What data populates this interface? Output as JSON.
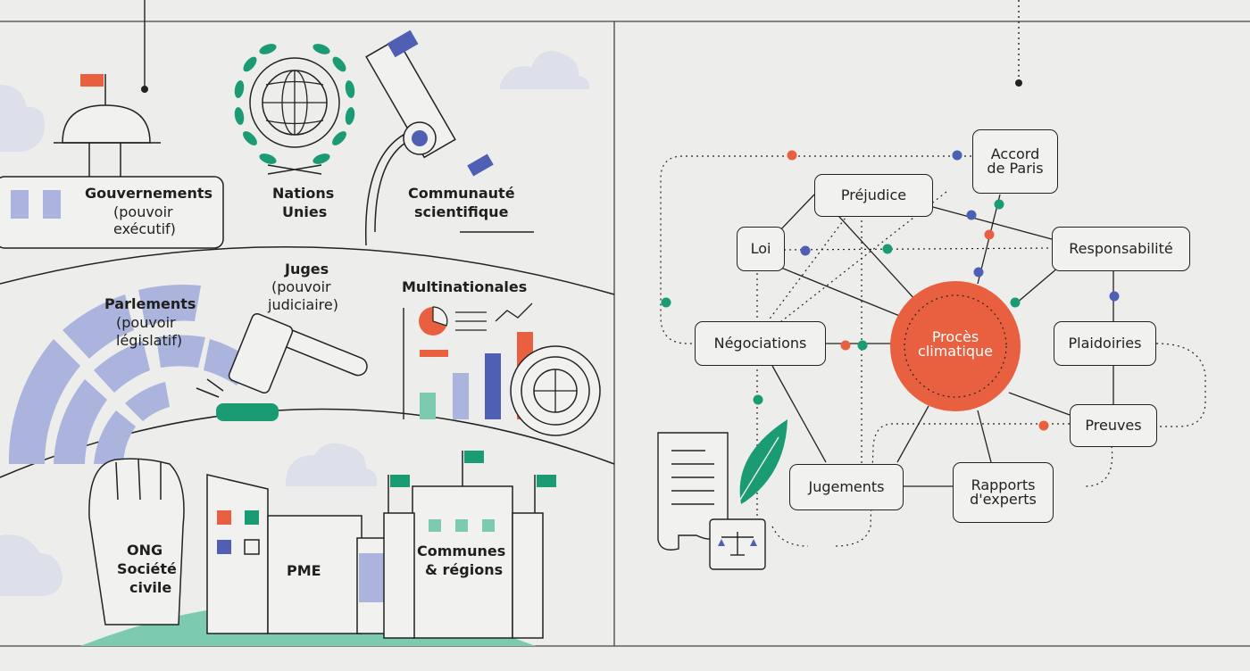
{
  "left_panel": {
    "gouvernements": {
      "title": "Gouvernements",
      "line1": "(pouvoir",
      "line2": "exécutif)"
    },
    "nations_unies": {
      "line1": "Nations",
      "line2": "Unies"
    },
    "communaute": {
      "line1": "Communauté",
      "line2": "scientifique"
    },
    "parlements": {
      "title": "Parlements",
      "line1": "(pouvoir",
      "line2": "législatif)"
    },
    "juges": {
      "title": "Juges",
      "line1": "(pouvoir",
      "line2": "judiciaire)"
    },
    "multinationales": {
      "title": "Multinationales"
    },
    "ong": {
      "line1": "ONG",
      "line2": "Société",
      "line3": "civile"
    },
    "pme": {
      "title": "PME"
    },
    "communes": {
      "line1": "Communes",
      "line2": "& régions"
    }
  },
  "right_panel": {
    "center": {
      "line1": "Procès",
      "line2": "climatique"
    },
    "nodes": {
      "accord": {
        "line1": "Accord",
        "line2": "de Paris"
      },
      "prejudice": "Préjudice",
      "loi": "Loi",
      "responsabilite": "Responsabilité",
      "negociations": "Négociations",
      "plaidoiries": "Plaidoiries",
      "preuves": "Preuves",
      "jugements": "Jugements",
      "rapports": {
        "line1": "Rapports",
        "line2": "d'experts"
      }
    }
  },
  "colors": {
    "background": "#ededeb",
    "orange": "#e8603f",
    "blue": "#4f5fb4",
    "light_blue": "#aab4dc",
    "green": "#1a9b73",
    "mint": "#7ccbb0",
    "ink": "#222222"
  }
}
